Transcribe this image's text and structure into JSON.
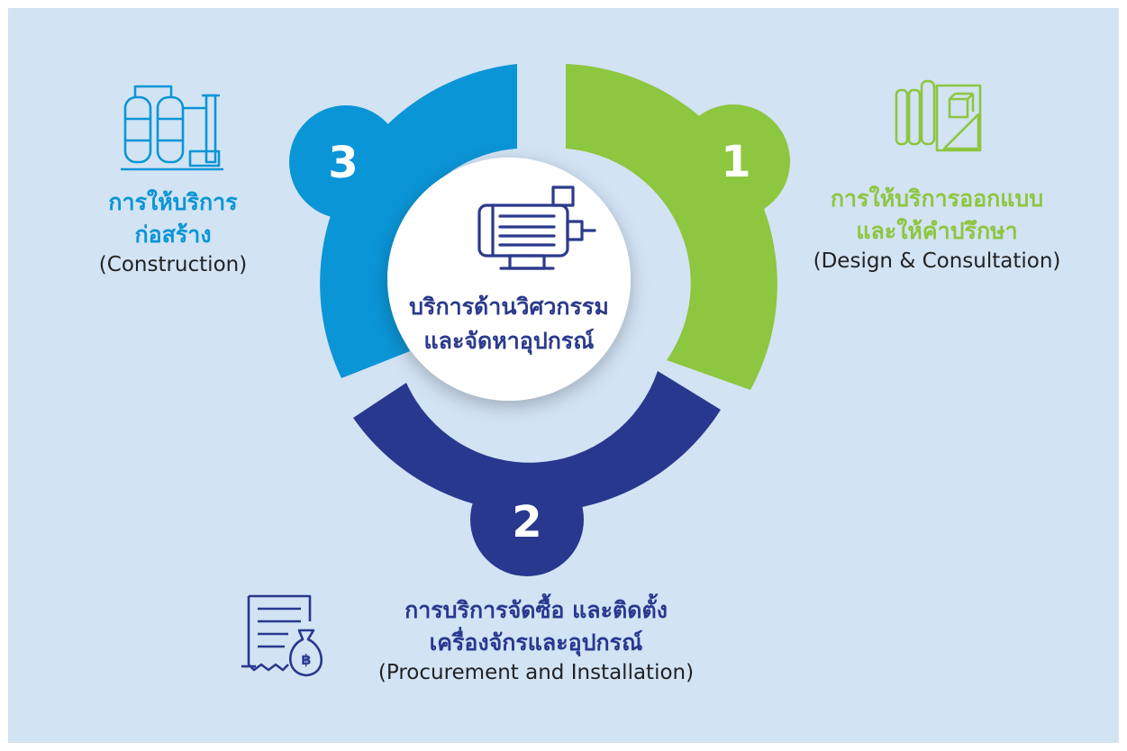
{
  "center": {
    "title_line1": "บริการด้านวิศวกรรม",
    "title_line2": "และจัดหาอุปกรณ์",
    "icon": "electric-motor-icon"
  },
  "services": [
    {
      "number": "1",
      "title_line1": "การให้บริการออกแบบ",
      "title_line2": "และให้คำปรึกษา",
      "subtitle": "(Design & Consultation)",
      "color": "#8dc63f",
      "icon": "blueprint-drafting-icon"
    },
    {
      "number": "2",
      "title_line1": "การบริการจัดซื้อ และติดตั้ง",
      "title_line2": "เครื่องจักรและอุปกรณ์",
      "subtitle": "(Procurement and Installation)",
      "color": "#28388f",
      "icon": "invoice-money-bag-icon"
    },
    {
      "number": "3",
      "title_line1": "การให้บริการ",
      "title_line2": "ก่อสร้าง",
      "subtitle": "(Construction)",
      "color": "#0a95d6",
      "icon": "industrial-plant-icon"
    }
  ],
  "colors": {
    "background": "#d2e3f4",
    "center_text": "#2b3a8c",
    "center_circle": "#ffffff"
  }
}
